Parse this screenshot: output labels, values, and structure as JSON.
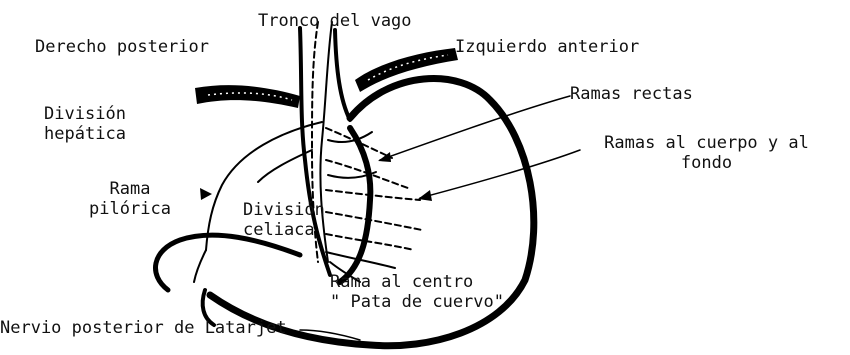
{
  "labels": {
    "tronco_vago": "Tronco del vago",
    "derecho_posterior": "Derecho posterior",
    "izquierdo_anterior": "Izquierdo anterior",
    "division_hepatica": "División\nhepática",
    "ramas_rectas": "Ramas rectas",
    "ramas_cuerpo_fondo": "Ramas al cuerpo y al\nfondo",
    "rama_pilorica": "Rama\npilórica",
    "division_celiaca": "División\nceliaca",
    "rama_centro": "Rama al centro\n\" Pata de cuervo\"",
    "nervio_latarjet": "Nervio posterior de Latarjet"
  }
}
